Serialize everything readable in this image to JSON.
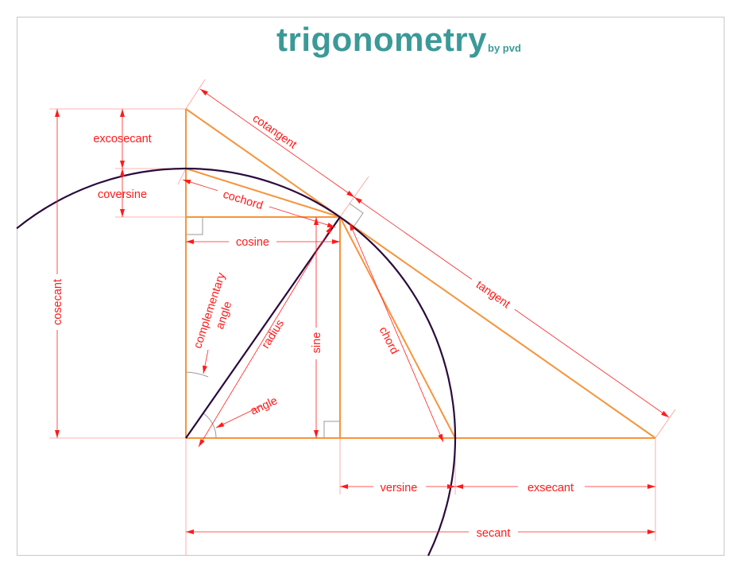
{
  "title": "trigonometry",
  "byline": "by pvd",
  "colors": {
    "title": "#3a9a98",
    "lines": "#f7943c",
    "circle": "#2b0a3d",
    "dimensions": "#ff2020"
  },
  "labels": {
    "cotangent": "cotangent",
    "tangent": "tangent",
    "excosecant": "excosecant",
    "coversine": "coversine",
    "cochord": "cochord",
    "cosine": "cosine",
    "cosecant": "cosecant",
    "complementary_1": "complementary",
    "complementary_2": "angle",
    "radius": "radius",
    "sine": "sine",
    "chord": "chord",
    "angle": "angle",
    "versine": "versine",
    "exsecant": "exsecant",
    "secant": "secant"
  }
}
